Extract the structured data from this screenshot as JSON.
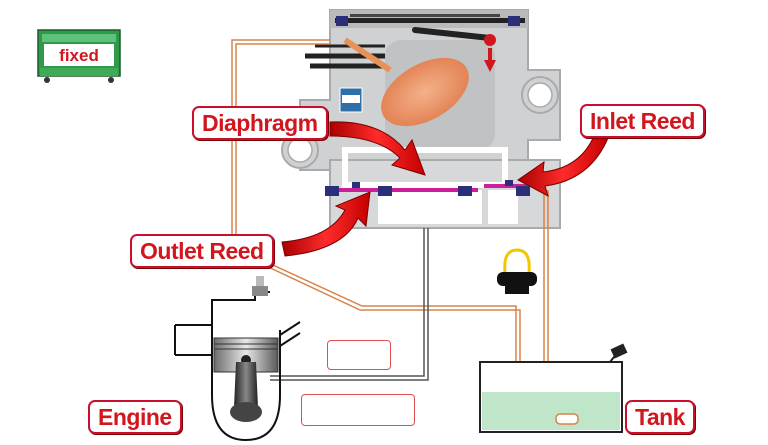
{
  "labels": {
    "diaphragm": "Diaphragm",
    "inlet_reed": "Inlet Reed",
    "outlet_reed": "Outlet Reed",
    "engine": "Engine",
    "tank": "Tank"
  },
  "logo": {
    "text": "fixed"
  },
  "colors": {
    "label_red": "#d2161e",
    "arrow_red": "#e0202a",
    "body_gray": "#c9cbcd",
    "fuel_line": "#d9834a",
    "pulse_line": "#555555",
    "fuel_green": "#bfe6c9",
    "diaphragm_magenta": "#cc1f9a",
    "seal_navy": "#2b2f7a"
  },
  "icons": [
    "carburetor-diagram",
    "piston-engine-icon",
    "fuel-tank-icon",
    "fuel-filter-icon",
    "red-arrow-icon"
  ]
}
